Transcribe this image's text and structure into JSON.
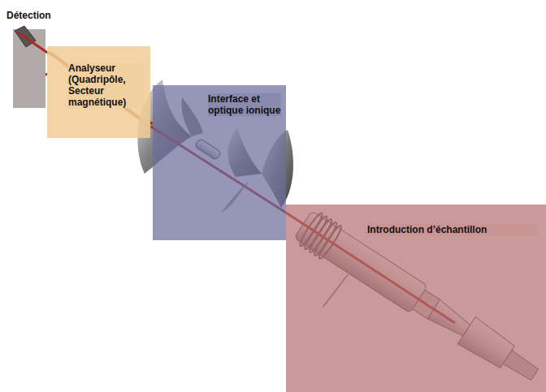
{
  "diagram": {
    "nodes": [
      {
        "text": [
          "Détection"
        ]
      },
      {
        "text": [
          "Analyseur (Quadripôle, Secteur magnétique)"
        ]
      },
      {
        "text": [
          "Interface et optique ionique"
        ]
      },
      {
        "text": [
          "Introduction d’échantillon"
        ]
      }
    ],
    "edges": [
      {
        "from": 3,
        "to": 2,
        "arrow": "none"
      },
      {
        "from": 2,
        "to": 1,
        "arrow": "none"
      },
      {
        "from": 1,
        "to": 0,
        "arrow": "none"
      }
    ]
  }
}
